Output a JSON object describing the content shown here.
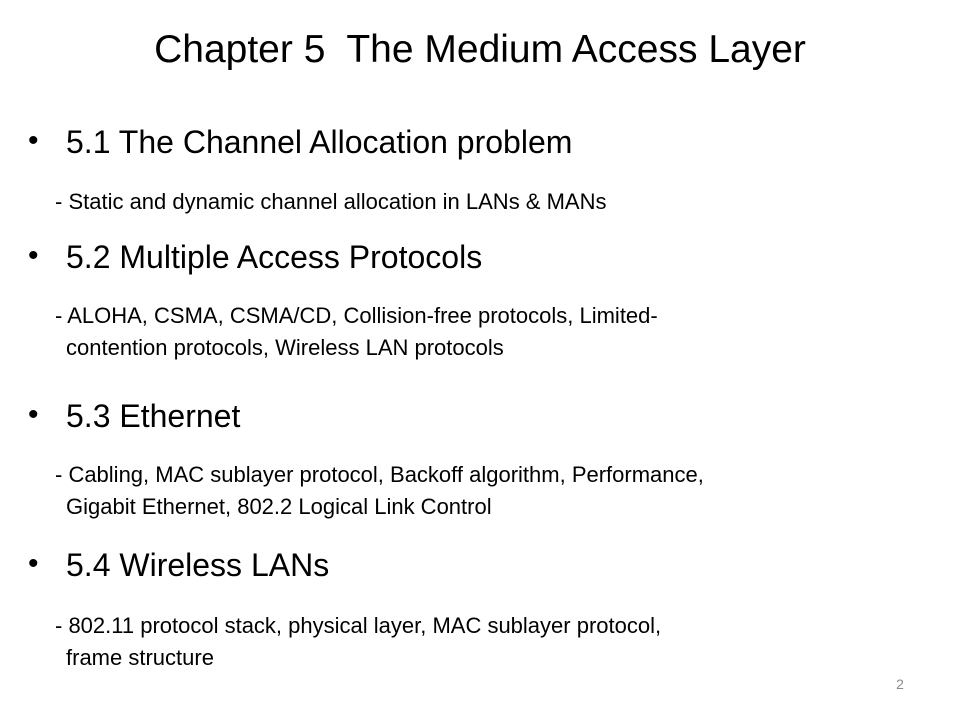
{
  "slide": {
    "title": "Chapter 5  The Medium Access Layer",
    "bullet_char": "•",
    "sections": [
      {
        "heading": "5.1 The Channel Allocation problem",
        "detail_lines": [
          "- Static and dynamic channel allocation in LANs & MANs"
        ]
      },
      {
        "heading": "5.2 Multiple Access Protocols",
        "detail_lines": [
          "- ALOHA, CSMA, CSMA/CD, Collision-free protocols, Limited-",
          "contention protocols, Wireless LAN protocols"
        ]
      },
      {
        "heading": "5.3 Ethernet",
        "detail_lines": [
          "- Cabling, MAC sublayer protocol, Backoff algorithm, Performance,",
          "Gigabit Ethernet, 802.2 Logical Link Control"
        ]
      },
      {
        "heading": "5.4 Wireless LANs",
        "detail_lines": [
          "- 802.11 protocol stack, physical layer, MAC sublayer protocol,",
          "frame structure"
        ]
      }
    ],
    "page_number": "2"
  }
}
